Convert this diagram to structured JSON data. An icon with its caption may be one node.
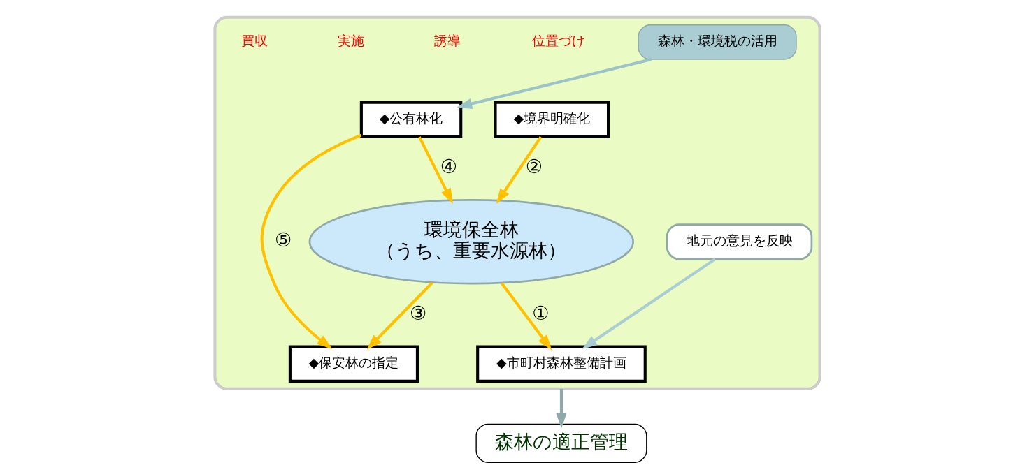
{
  "diagram": {
    "nodes": [
      {
        "text": [],
        "shape": "box"
      },
      {
        "text": [
          "◆市町村森林整備計画"
        ],
        "in": 0
      },
      {
        "text": [
          "地元の意見を反映"
        ],
        "in": 0
      },
      {
        "text": [
          "◆境界明確化"
        ],
        "in": 0
      },
      {
        "text": [
          "環境保全林",
          "（うち、重要水源林）"
        ],
        "in": 0
      },
      {
        "text": [
          "◆保安林の指定"
        ],
        "in": 0
      },
      {
        "text": [
          "◆公有林化"
        ],
        "in": 0
      },
      {
        "text": [
          "森林・環境税の活用"
        ],
        "in": 0
      },
      {
        "text": [
          "森林の適正管理"
        ]
      }
    ],
    "edges": [
      {
        "from": 2,
        "to": 1,
        "arrow": "to",
        "color": "#a9cdd2"
      },
      {
        "from": 4,
        "to": 1,
        "arrow": "to",
        "label": "①"
      },
      {
        "from": 3,
        "to": 4,
        "arrow": "to",
        "label": "②"
      },
      {
        "from": 4,
        "to": 5,
        "arrow": "to",
        "label": "③"
      },
      {
        "from": 6,
        "to": 4,
        "arrow": "to",
        "label": "④"
      },
      {
        "from": 6,
        "to": 5,
        "arrow": "to",
        "label": "⑤"
      },
      {
        "from": 7,
        "to": 6,
        "arrow": "to",
        "color": "#9cc3c8"
      },
      {
        "from": 0,
        "to": 8,
        "arrow": "to",
        "color": "#8fa9ab"
      }
    ],
    "labels": [
      "位置づけ",
      "誘導",
      "実施",
      "買収"
    ]
  }
}
